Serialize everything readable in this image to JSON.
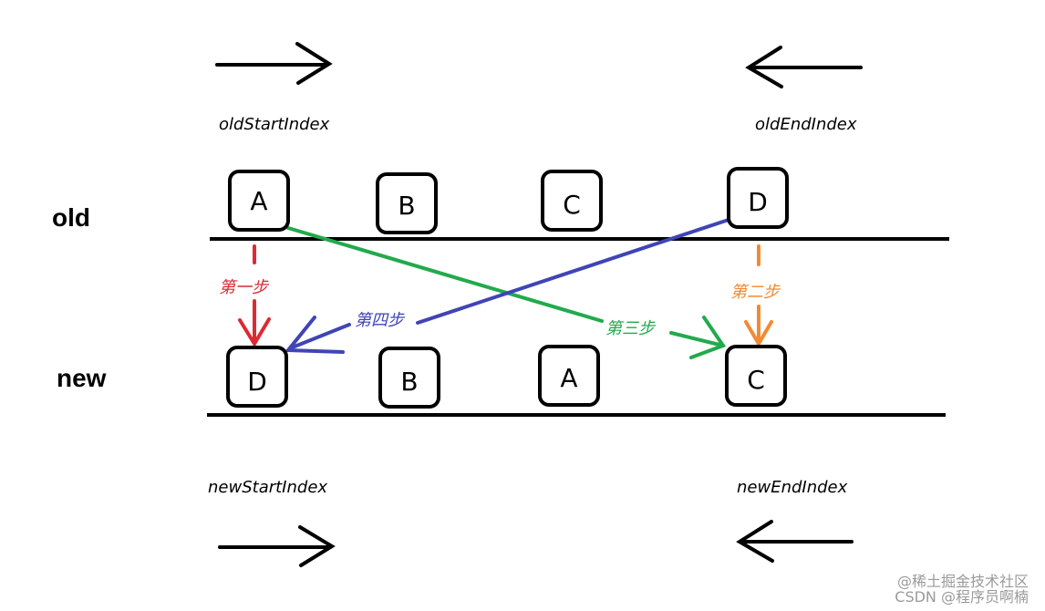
{
  "labels": {
    "old": "old",
    "new": "new"
  },
  "indices": {
    "old_start": "oldStartIndex",
    "old_end": "oldEndIndex",
    "new_start": "newStartIndex",
    "new_end": "newEndIndex"
  },
  "old_nodes": [
    "A",
    "B",
    "C",
    "D"
  ],
  "new_nodes": [
    "D",
    "B",
    "A",
    "C"
  ],
  "steps": {
    "step1": "第一步",
    "step2": "第二步",
    "step3": "第三步",
    "step4": "第四步"
  },
  "colors": {
    "step1": "#dd2a33",
    "step2": "#f28a33",
    "step3": "#22aa4c",
    "step4": "#4044b5",
    "line": "#000000"
  },
  "watermark": {
    "line1": "@稀土掘金技术社区",
    "line2": "CSDN @程序员啊楠"
  }
}
